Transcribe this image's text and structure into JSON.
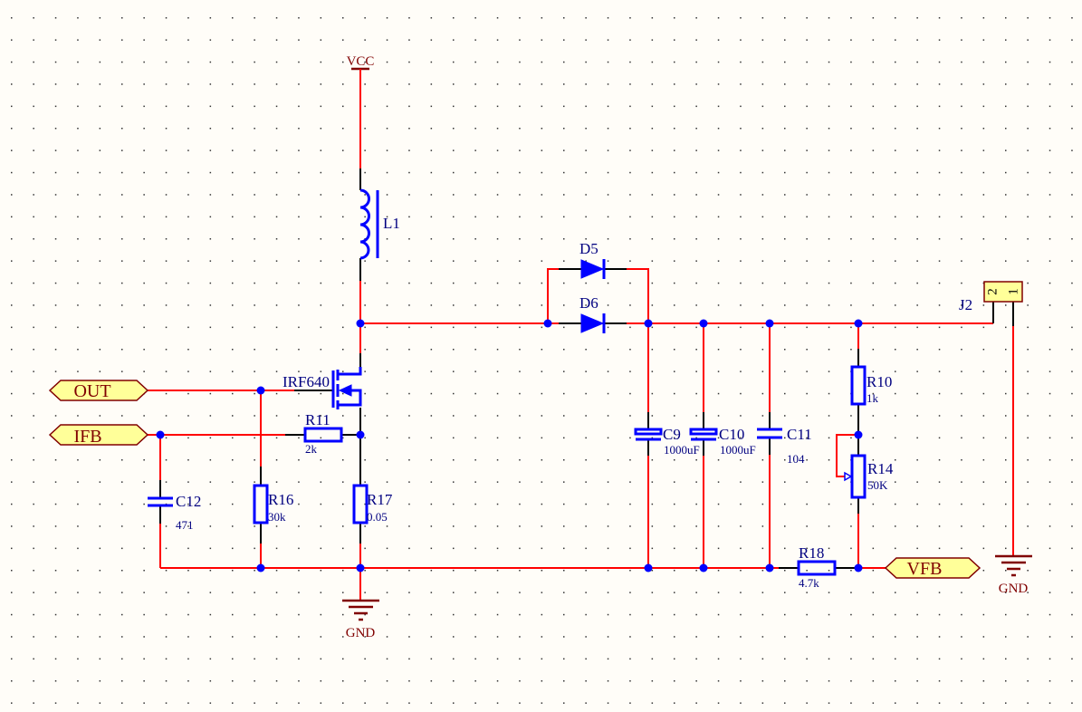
{
  "power": {
    "vcc": "VCC",
    "gnd_left": "GND",
    "gnd_right": "GND"
  },
  "ports": {
    "out": "OUT",
    "ifb": "IFB",
    "vfb": "VFB"
  },
  "components": {
    "L1": {
      "ref": "L1"
    },
    "D5": {
      "ref": "D5"
    },
    "D6": {
      "ref": "D6"
    },
    "Q": {
      "ref": "IRF640"
    },
    "R11": {
      "ref": "R11",
      "value": "2k"
    },
    "R16": {
      "ref": "R16",
      "value": "30k"
    },
    "R17": {
      "ref": "R17",
      "value": "0.05"
    },
    "C12": {
      "ref": "C12",
      "value": "471"
    },
    "C9": {
      "ref": "C9",
      "value": "1000uF"
    },
    "C10": {
      "ref": "C10",
      "value": "1000uF"
    },
    "C11": {
      "ref": "C11",
      "value": "104"
    },
    "R10": {
      "ref": "R10",
      "value": "1k"
    },
    "R14": {
      "ref": "R14",
      "value": "50K"
    },
    "R18": {
      "ref": "R18",
      "value": "4.7k"
    },
    "J2": {
      "ref": "J2",
      "pin1": "1",
      "pin2": "2"
    }
  },
  "colors": {
    "wire": "#ff0000",
    "component": "#0000ff",
    "junction": "#0000ff",
    "port_fill": "#ffff99",
    "power": "#800000",
    "background": "#fffdf8"
  }
}
